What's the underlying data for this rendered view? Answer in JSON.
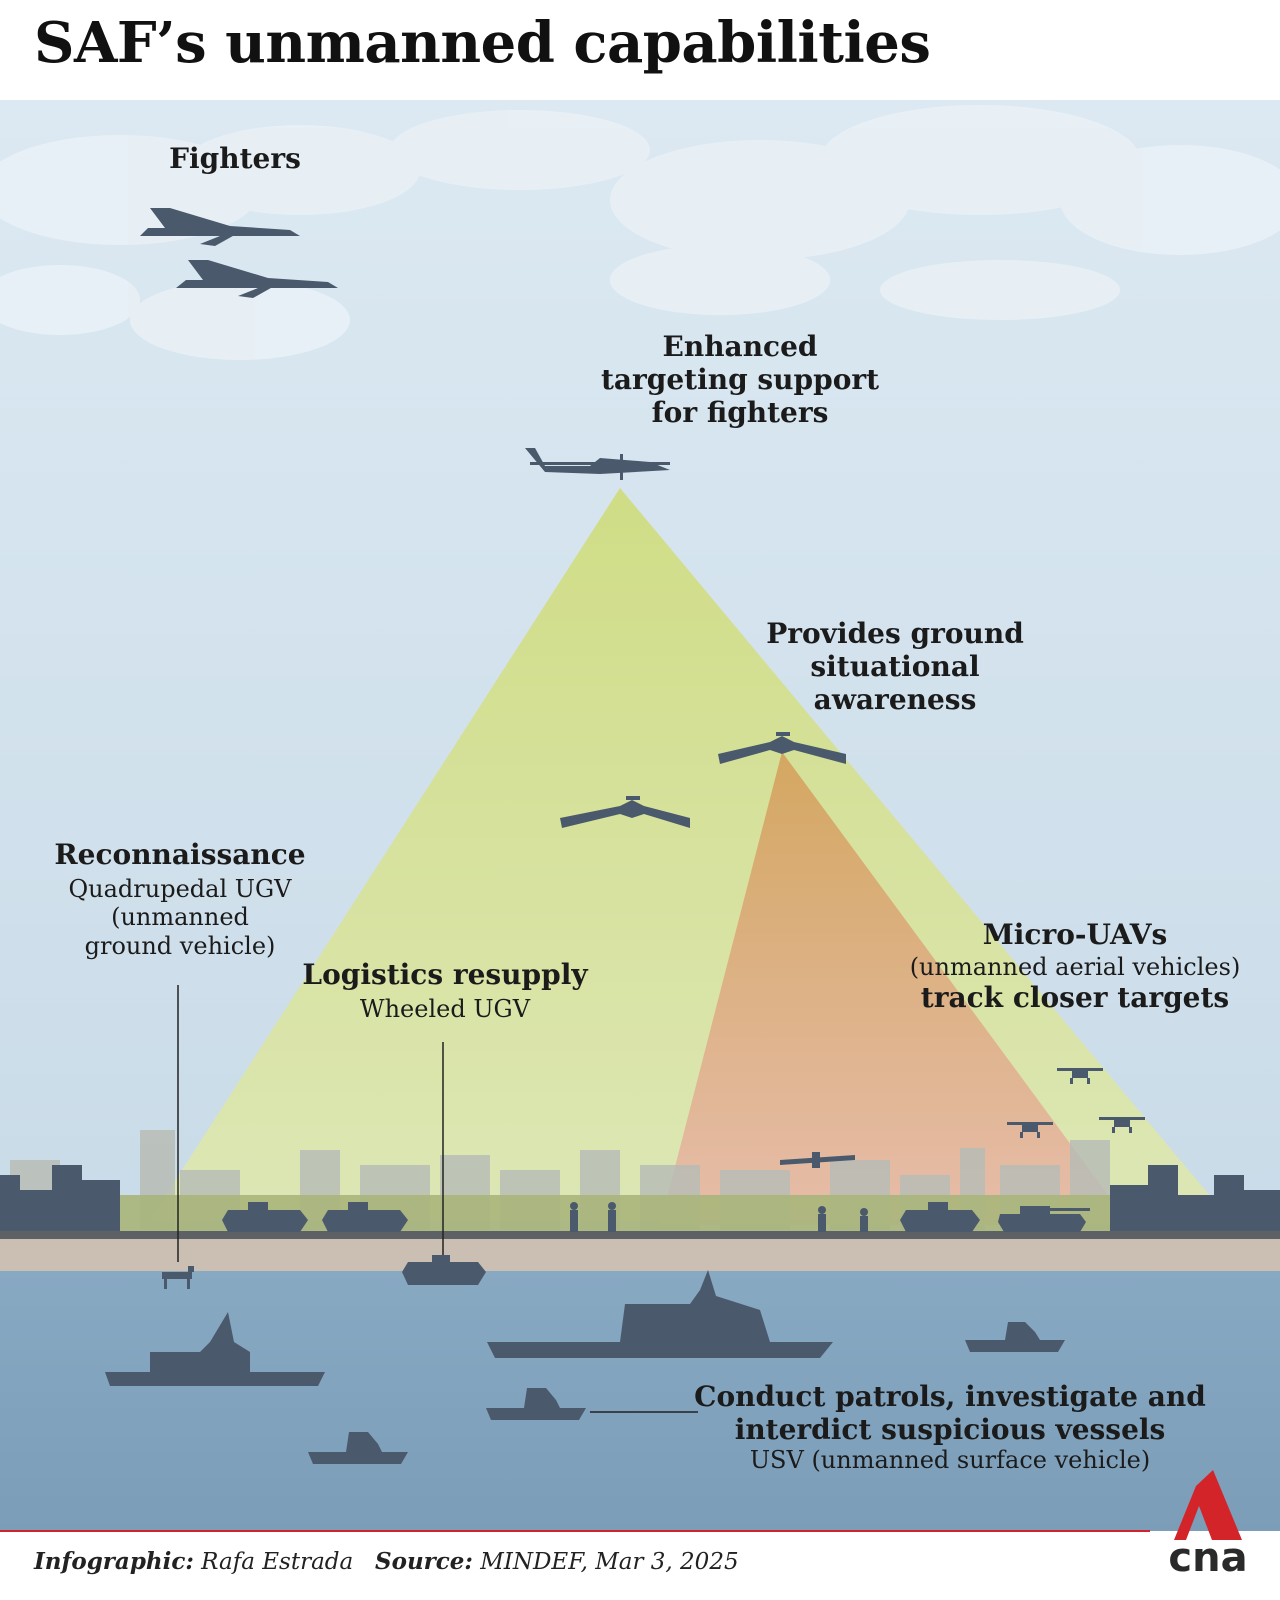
{
  "title": "SAF’s unmanned capabilities",
  "labels": {
    "fighters": "Fighters",
    "enhanced_1": "Enhanced",
    "enhanced_2": "targeting support",
    "enhanced_3": "for fighters",
    "ground_1": "Provides ground",
    "ground_2": "situational",
    "ground_3": "awareness",
    "recon_title": "Reconnaissance",
    "recon_1": "Quadrupedal UGV",
    "recon_2": "(unmanned",
    "recon_3": "ground vehicle)",
    "logistics_title": "Logistics resupply",
    "logistics_sub": "Wheeled UGV",
    "micro_title": "Micro-UAVs",
    "micro_sub": "(unmanned aerial vehicles)",
    "micro_3": "track closer targets",
    "patrol_1": "Conduct patrols, investigate and",
    "patrol_2": "interdict suspicious vessels",
    "patrol_3": "USV (unmanned surface vehicle)"
  },
  "footer": {
    "infographic_label": "Infographic:",
    "infographic_value": "Rafa Estrada",
    "source_label": "Source:",
    "source_value": "MINDEF, Mar 3, 2025"
  },
  "logo_text": "cna",
  "colors": {
    "sky": "#cfe0ec",
    "cone_green": "#d4de8a",
    "cone_orange": "#d6a36a",
    "sea": "#87a8c0",
    "silhouette": "#4a5a6c",
    "brand_red": "#d3242a"
  }
}
